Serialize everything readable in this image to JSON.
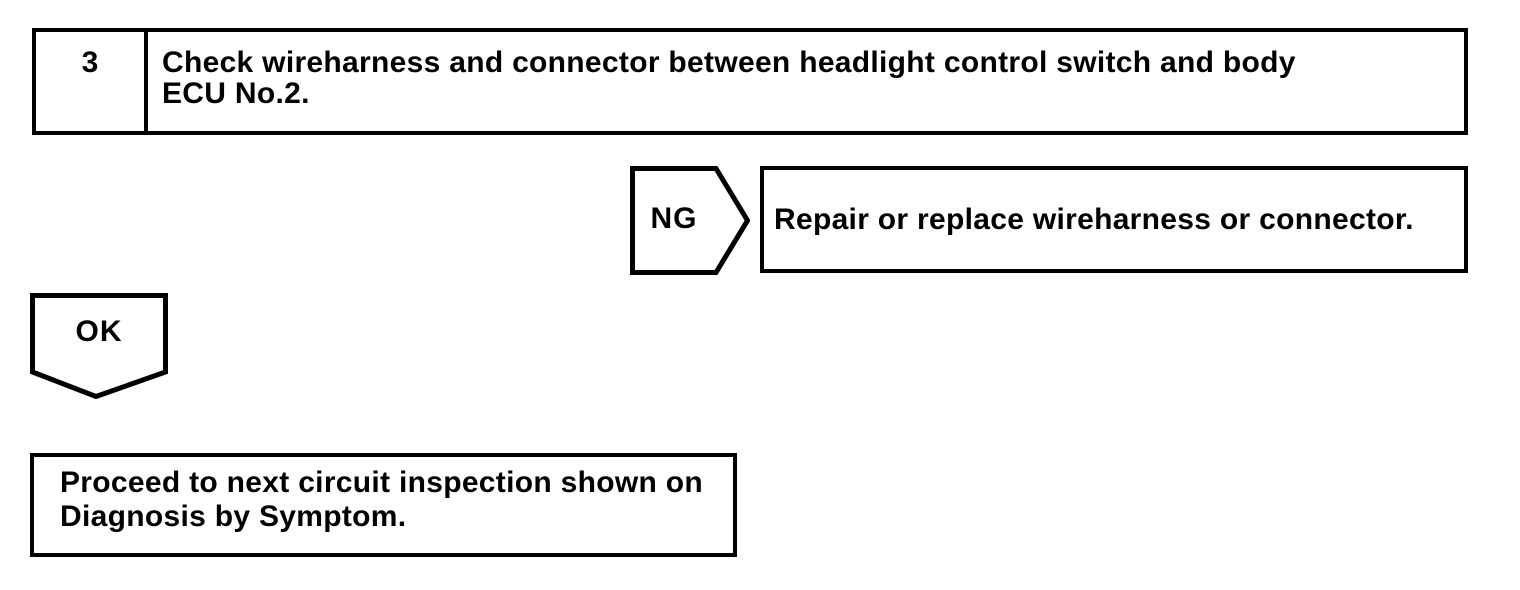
{
  "flowchart": {
    "step": {
      "number": "3",
      "instruction_line1": "Check wireharness and connector between headlight control switch and body",
      "instruction_line2": "ECU No.2."
    },
    "ng_branch": {
      "label": "NG",
      "action": "Repair or replace wireharness or connector."
    },
    "ok_branch": {
      "label": "OK",
      "action_line1": "Proceed to next circuit inspection shown on",
      "action_line2": "Diagnosis by Symptom."
    },
    "colors": {
      "line": "#000000",
      "background": "#ffffff"
    }
  }
}
